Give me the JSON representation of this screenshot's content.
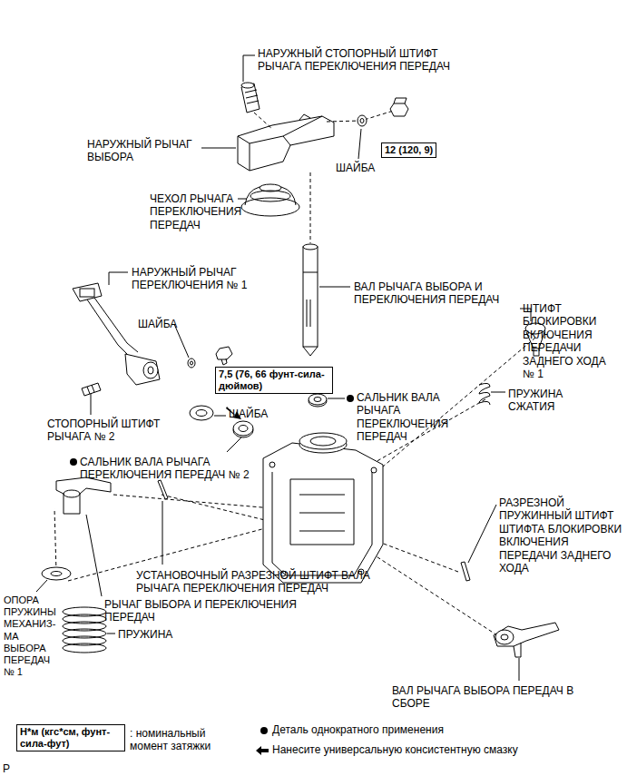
{
  "diagram": {
    "nodes": [
      {
        "text": [
          "12 (120, 9)"
        ]
      },
      {
        "text": [
          "7,5 (76, 66 фунт-сила-дюймов)"
        ]
      },
      {
        "text": [
          "Н*м (кгс*см, фунт-сила-фут)"
        ]
      }
    ],
    "labels": [
      "НАРУЖНЫЙ СТОПОРНЫЙ ШТИФТ РЫЧАГА ПЕРЕКЛЮЧЕНИЯ ПЕРЕДАЧ",
      "НАРУЖНЫЙ РЫЧАГ ВЫБОРА",
      "ШАЙБА",
      "ЧЕХОЛ РЫЧАГА ПЕРЕКЛЮЧЕНИЯ ПЕРЕДАЧ",
      "НАРУЖНЫЙ РЫЧАГ ПЕРЕКЛЮЧЕНИЯ № 1",
      "ВАЛ РЫЧАГА ВЫБОРА И ПЕРЕКЛЮЧЕНИЯ ПЕРЕДАЧ",
      "ШТИФТ БЛОКИРОВКИ ВКЛЮЧЕНИЯ ПЕРЕДАЧИ ЗАДНЕГО ХОДА № 1",
      "ШАЙБА",
      "САЛЬНИК ВАЛА РЫЧАГА ПЕРЕКЛЮЧЕНИЯ ПЕРЕДАЧ",
      "ПРУЖИНА СЖАТИЯ",
      "ШАЙБА",
      "СТОПОРНЫЙ ШТИФТ РЫЧАГА № 2",
      "САЛЬНИК ВАЛА РЫЧАГА ПЕРЕКЛЮЧЕНИЯ ПЕРЕДАЧ № 2",
      "РАЗРЕЗНОЙ ПРУЖИННЫЙ ШТИФТ ШТИФТА БЛОКИРОВКИ ВКЛЮЧЕНИЯ ПЕРЕДАЧИ ЗАДНЕГО ХОДА",
      "УСТАНОВОЧНЫЙ РАЗРЕЗНОЙ ШТИФТ ВАЛА РЫЧАГА ПЕРЕКЛЮЧЕНИЯ ПЕРЕДАЧ",
      "ОПОРА ПРУЖИНЫ МЕХАНИЗ- МА ВЫБОРА ПЕРЕДАЧ № 1",
      "РЫЧАГ ВЫБОРА И ПЕРЕКЛЮЧЕНИЯ ПЕРЕДАЧ",
      "ПРУЖИНА",
      "ВАЛ РЫЧАГА ВЫБОРА ПЕРЕДАЧ В СБОРЕ",
      "P"
    ],
    "legend": [
      {
        "text": ": номинальный момент затяжки"
      },
      {
        "text": "Деталь однократного применения"
      },
      {
        "text": "Нанесите универсальную консистентную смазку"
      }
    ]
  }
}
